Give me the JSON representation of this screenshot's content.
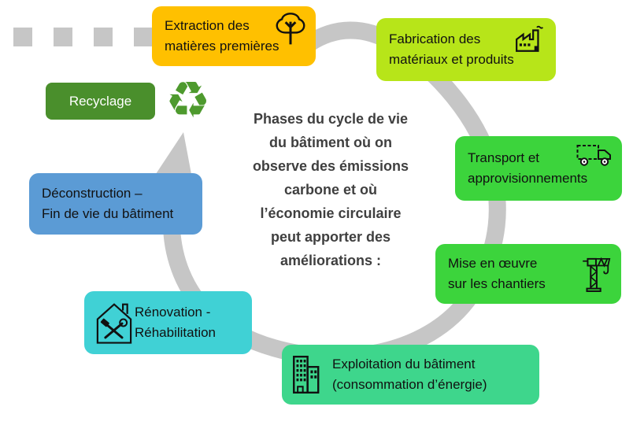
{
  "diagram": {
    "title_center": "Phases du cycle de vie\ndu bâtiment où on\nobserve des émissions\ncarbone et où\nl’économie circulaire\npeut apporter des\naméliorations :",
    "center_text_color": "#3F3F3F",
    "arrow_color": "#C6C6C6",
    "phases": {
      "extraction": {
        "label": "Extraction des\nmatières premières",
        "color": "#FFC000",
        "icon": "tree-icon"
      },
      "fabrication": {
        "label": "Fabrication des\nmatériaux et produits",
        "color": "#B7E519",
        "icon": "factory-icon"
      },
      "transport": {
        "label": "Transport et\napprovisionnements",
        "color": "#3CD43C",
        "icon": "truck-icon"
      },
      "mise_en_oeuvre": {
        "label": "Mise en œuvre\nsur les chantiers",
        "color": "#3CD43C",
        "icon": "crane-icon"
      },
      "exploitation": {
        "label": "Exploitation du bâtiment\n(consommation d’énergie)",
        "color": "#3ED68C",
        "icon": "building-icon"
      },
      "renovation": {
        "label": "Rénovation -\nRéhabilitation",
        "color": "#40D1D5",
        "icon": "house-tools-icon"
      },
      "deconstruction": {
        "label": "Déconstruction –\nFin de vie du bâtiment",
        "color": "#5B9BD5"
      },
      "recyclage": {
        "label": "Recyclage",
        "color": "#4A8F2C",
        "icon": "recycle-icon",
        "icon_glyph": "♻",
        "icon_color": "#4E9A2E"
      }
    }
  }
}
